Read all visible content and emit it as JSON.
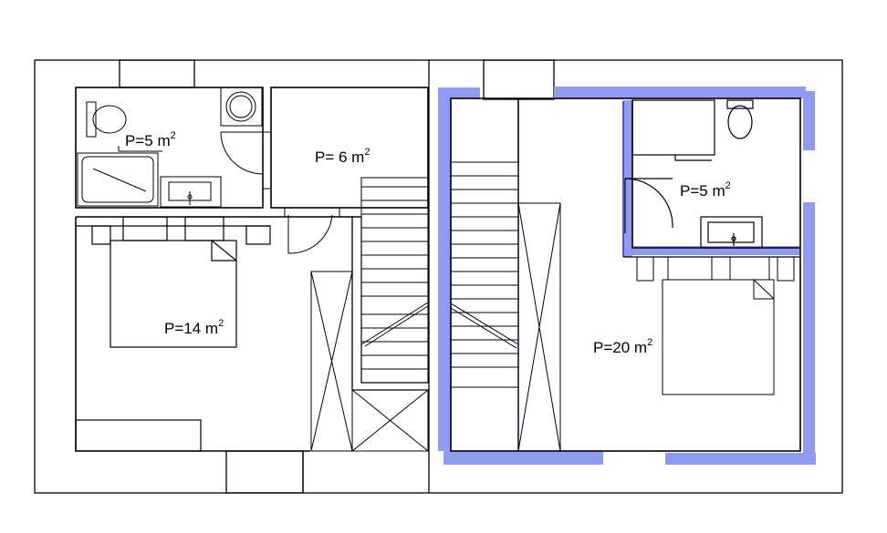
{
  "rooms": [
    {
      "base": "P=5 m",
      "sup": "2"
    },
    {
      "base": "P= 6 m",
      "sup": "2"
    },
    {
      "base": "P=14 m",
      "sup": "2"
    },
    {
      "base": "P=5 m",
      "sup": "2"
    },
    {
      "base": "P=20 m",
      "sup": "2"
    }
  ],
  "colors": {
    "insulation": "#8f9bf0",
    "accent_line": "#3a3ad6",
    "line": "#000000",
    "fill": "#ffffff"
  }
}
